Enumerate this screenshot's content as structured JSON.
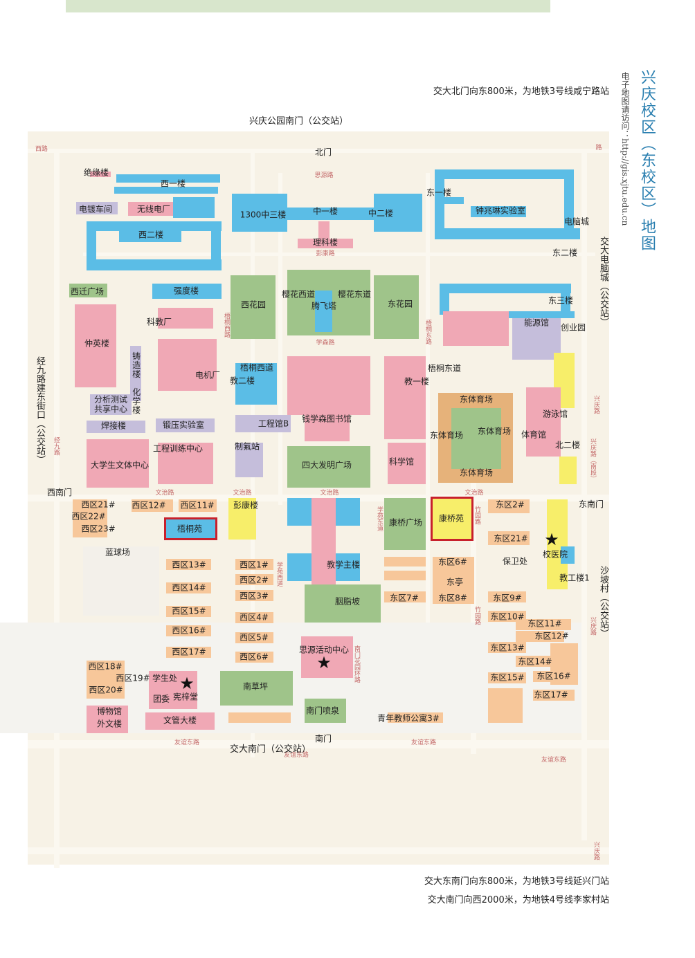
{
  "title": "兴庆校区（东校区）地图",
  "subtitle": "电子地图请访问：http://gis.xjtu.edu.cn",
  "notes": {
    "north": "交大北门向东800米，为地铁3号线咸宁路站",
    "southeast": "交大东南门向东800米，为地铁3号线延兴门站",
    "south": "交大南门向西2000米，为地铁4号线李家村站"
  },
  "stations": {
    "north": "兴庆公园南门（公交站）",
    "west": "经九路建东街口（公交站）",
    "east": "交大电脑城（公交站）",
    "east2": "沙坡村（公交站）",
    "south": "交大南门（公交站）"
  },
  "gates": {
    "north": "北门",
    "west": "西南门",
    "east": "东南门",
    "south": "南门"
  },
  "highlighted": [
    "梧桐苑",
    "康桥苑"
  ],
  "colors": {
    "title": "#2a7fb0",
    "highlight": "#c8202c",
    "teaching": "#5bbde6",
    "dorm": "#f7c79a",
    "green": "#9fc48a",
    "lab": "#c5bedb",
    "admin": "#f0a8b5",
    "yellow": "#f7ee6a"
  },
  "places": [
    "绝缘楼",
    "西一楼",
    "电镀车间",
    "无线电厂",
    "西二楼",
    "1300中三楼",
    "中一楼",
    "中二楼",
    "理科楼",
    "东一楼",
    "钟兆琳实验室",
    "电脑城",
    "东二楼",
    "东三楼",
    "能源馆",
    "创业园",
    "西迁广场",
    "强度楼",
    "西花园",
    "樱花西道",
    "樱花东道",
    "腾飞塔",
    "东花园",
    "科教厂",
    "仲英楼",
    "铸造楼",
    "化学楼",
    "电机厂",
    "梧桐西道",
    "教二楼",
    "梧桐东道",
    "教一楼",
    "东体育场",
    "东体育场",
    "东体育场",
    "东体育场",
    "游泳馆",
    "体育馆",
    "北二楼",
    "分析测试",
    "共享中心",
    "焊接楼",
    "锻压实验室",
    "工程馆B",
    "钱学森图书馆",
    "工程训练中心",
    "制氟站",
    "大学生文体中心",
    "四大发明广场",
    "科学馆",
    "西区21#",
    "西区22#",
    "西区23#",
    "西区12#",
    "西区11#",
    "彭康楼",
    "梧桐苑",
    "康桥广场",
    "康桥苑",
    "东区2#",
    "东区21#",
    "校医院",
    "保卫处",
    "蓝球场",
    "西区13#",
    "西区14#",
    "西区15#",
    "西区16#",
    "西区17#",
    "西区1#",
    "西区2#",
    "西区3#",
    "西区4#",
    "西区5#",
    "西区6#",
    "教学主楼",
    "东区6#",
    "东亭",
    "东区7#",
    "东区8#",
    "东区9#",
    "东区10#",
    "东区11#",
    "东区12#",
    "东区13#",
    "东区14#",
    "东区15#",
    "东区16#",
    "东区17#",
    "教工楼1",
    "胭脂坡",
    "思源活动中心",
    "西区18#",
    "西区19#",
    "学生处",
    "西区20#",
    "宪梓堂",
    "团委",
    "南草坪",
    "博物馆",
    "外文楼",
    "文管大楼",
    "南门喷泉",
    "青年教师公寓3#"
  ],
  "roads": [
    "思源路",
    "彭康路",
    "学森路",
    "梧桐西路",
    "梧桐东路",
    "文治路",
    "文治路",
    "文治路",
    "文治路",
    "学苑东道",
    "学苑西道",
    "竹园路",
    "竹园路",
    "南门花园环路",
    "友谊东路",
    "友谊东路",
    "友谊东路",
    "兴庆路",
    "兴庆路（南段）",
    "兴庆路",
    "友谊东路",
    "兴庆路",
    "经九路",
    "西路",
    "路"
  ]
}
